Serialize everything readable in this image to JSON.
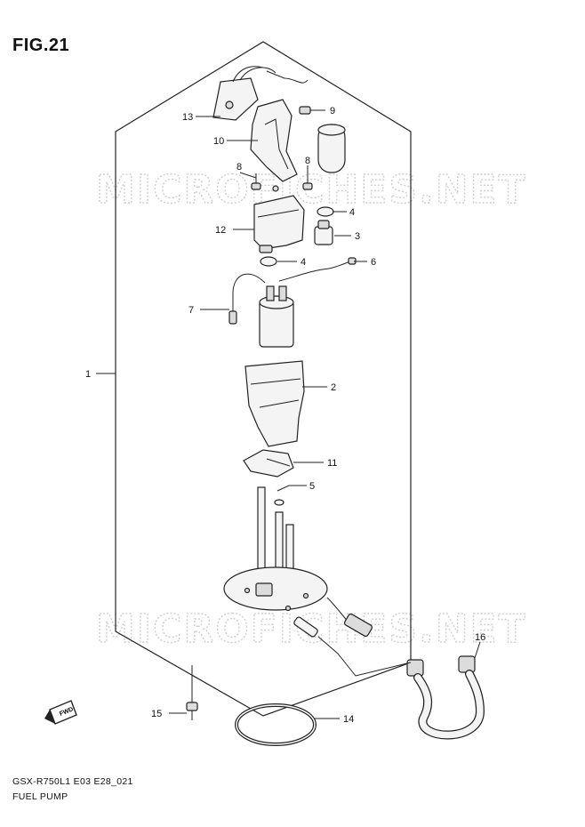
{
  "figure_title": "FIG.21",
  "watermark": "MICROFICHES.NET",
  "model_code": "GSX-R750L1 E03 E28_021",
  "diagram_name": "FUEL PUMP",
  "fwd_label": "FWD",
  "callouts": {
    "p1": "1",
    "p2": "2",
    "p3": "3",
    "p4a": "4",
    "p4b": "4",
    "p5": "5",
    "p6": "6",
    "p7": "7",
    "p8a": "8",
    "p8b": "8",
    "p9": "9",
    "p10": "10",
    "p11": "11",
    "p12": "12",
    "p13": "13",
    "p14": "14",
    "p15": "15",
    "p16": "16"
  }
}
